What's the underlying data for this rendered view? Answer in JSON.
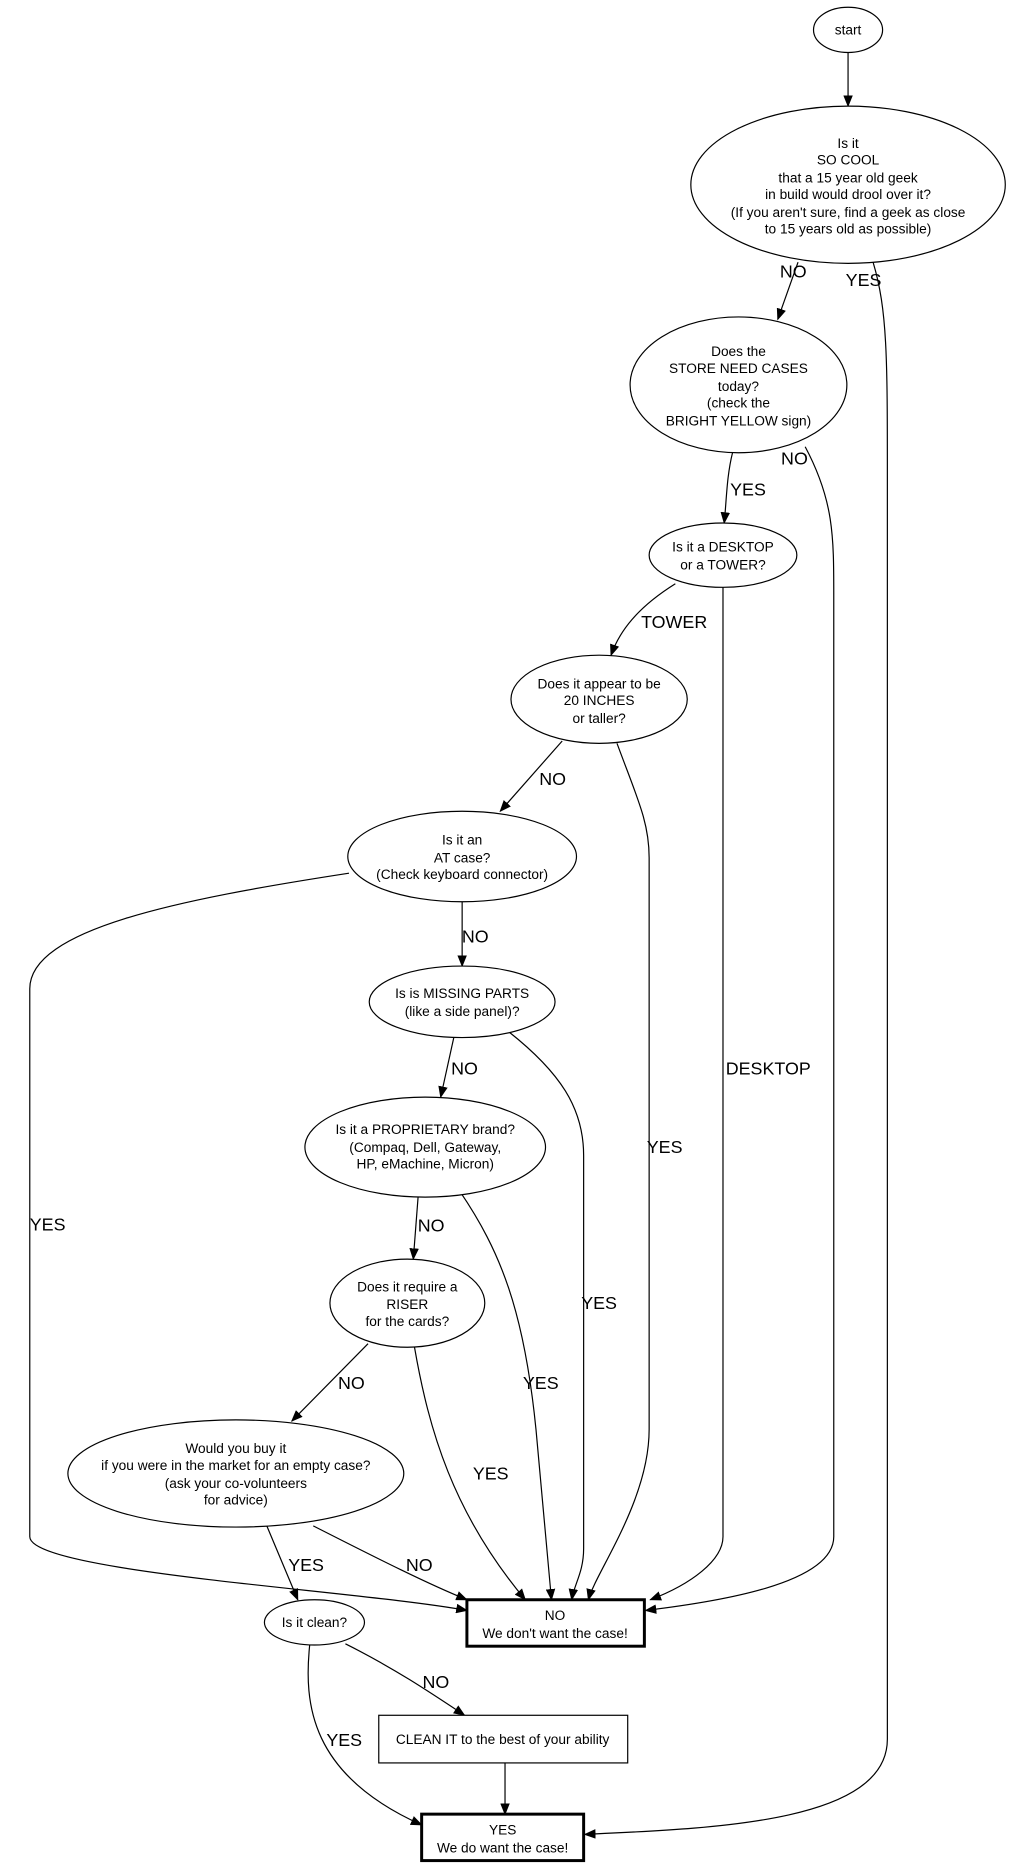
{
  "nodes": {
    "start": [
      "start"
    ],
    "cool": [
      "Is it",
      "SO COOL",
      "that a 15 year old geek",
      "in build would drool over it?",
      "(If you aren't sure, find a geek as close",
      "to 15 years old as possible)"
    ],
    "store": [
      "Does the",
      "STORE NEED CASES",
      "today?",
      "(check the",
      "BRIGHT YELLOW sign)"
    ],
    "desktop": [
      "Is it a DESKTOP",
      "or a TOWER?"
    ],
    "inches": [
      "Does it appear to be",
      "20 INCHES",
      "or taller?"
    ],
    "at": [
      "Is it an",
      "AT case?",
      "(Check keyboard connector)"
    ],
    "missing": [
      "Is is MISSING PARTS",
      "(like a side panel)?"
    ],
    "proprietary": [
      "Is it a PROPRIETARY brand?",
      "(Compaq, Dell, Gateway,",
      "HP, eMachine, Micron)"
    ],
    "riser": [
      "Does it require a",
      "RISER",
      "for the cards?"
    ],
    "buy": [
      "Would you buy it",
      "if you were in the market for an empty case?",
      "(ask your co-volunteers",
      "for advice)"
    ],
    "clean": [
      "Is it clean?"
    ],
    "no_case": [
      "NO",
      "We don't want the case!"
    ],
    "clean_it": [
      "CLEAN IT to the best of your ability"
    ],
    "yes_case": [
      "YES",
      "We do want the case!"
    ]
  },
  "edge_labels": {
    "cool_no": "NO",
    "cool_yes": "YES",
    "store_no": "NO",
    "store_yes": "YES",
    "tower": "TOWER",
    "desktop": "DESKTOP",
    "inches_no": "NO",
    "inches_yes": "YES",
    "at_no": "NO",
    "at_yes": "YES",
    "missing_no": "NO",
    "missing_yes": "YES",
    "prop_no": "NO",
    "prop_yes": "YES",
    "riser_no": "NO",
    "riser_yes": "YES",
    "buy_yes": "YES",
    "buy_no": "NO",
    "clean_no": "NO",
    "clean_yes": "YES"
  }
}
